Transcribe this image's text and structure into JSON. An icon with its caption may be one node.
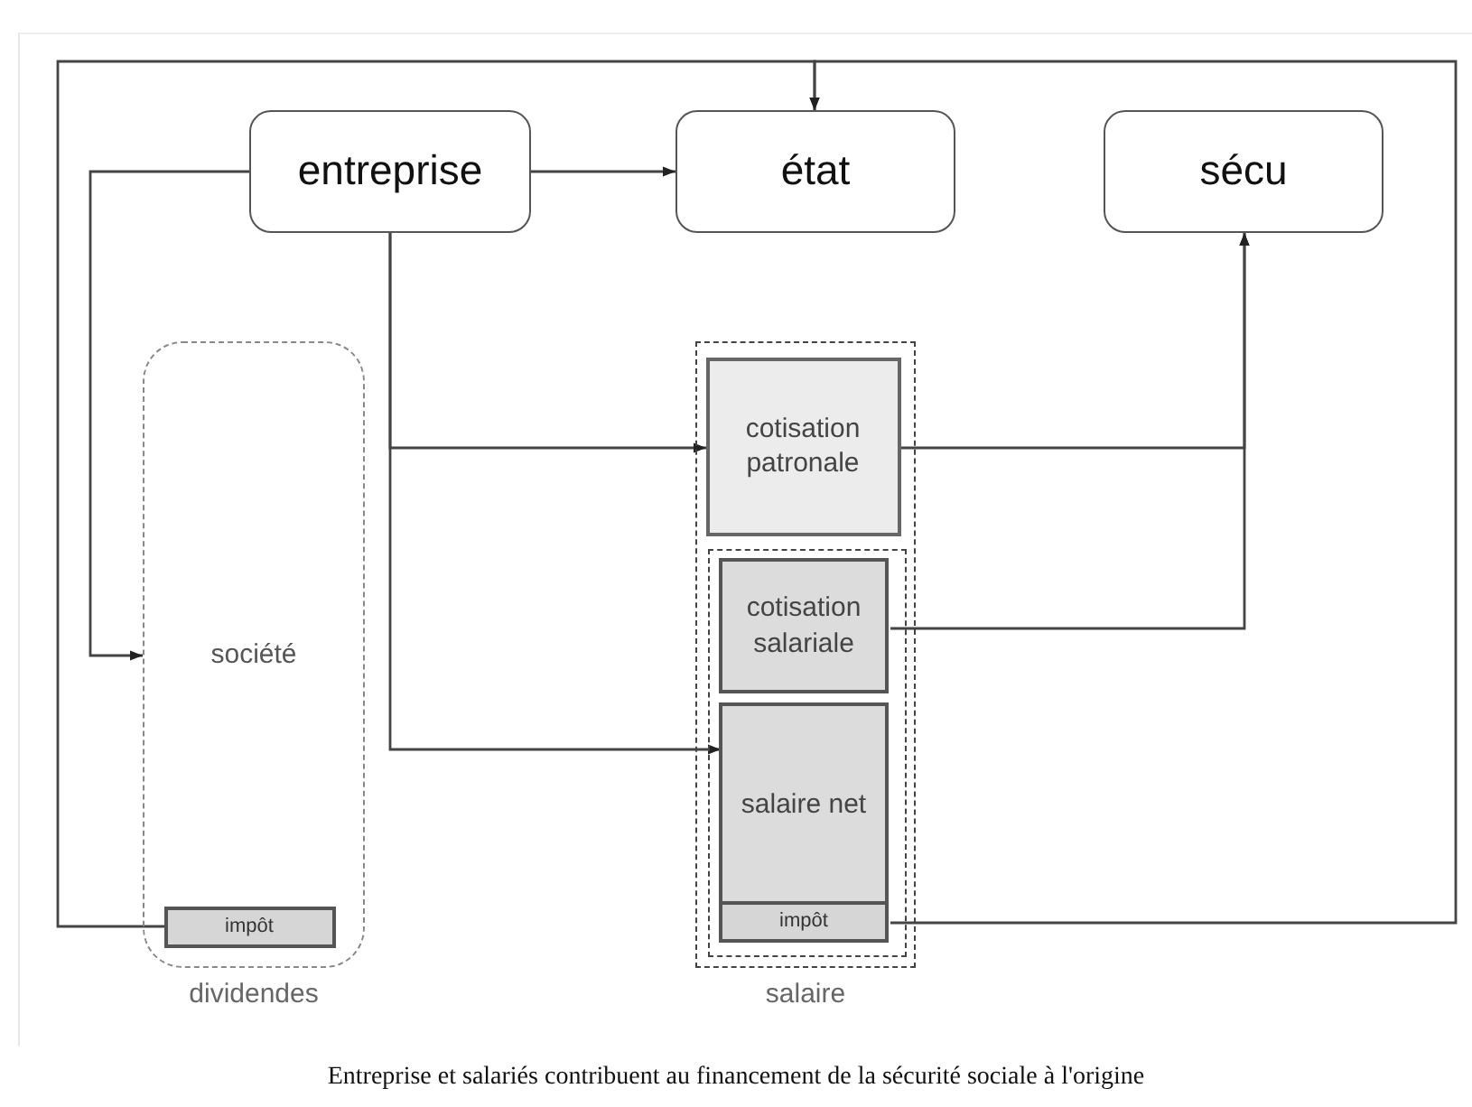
{
  "diagram": {
    "caption": "Entreprise et salariés contribuent au financement de la sécurité sociale à l'origine",
    "nodes": [
      {
        "text": [
          "entreprise"
        ]
      },
      {
        "text": [
          "état"
        ]
      },
      {
        "text": [
          "sécu"
        ]
      },
      {
        "text": [
          "société"
        ],
        "beside": [
          "dividendes"
        ]
      },
      {
        "text": [
          "impôt"
        ],
        "in": 3
      },
      {
        "text": [],
        "shape": "box",
        "beside": [
          "salaire"
        ]
      },
      {
        "text": [
          "cotisation patronale"
        ],
        "in": 5
      },
      {
        "text": [],
        "shape": "box",
        "in": 5
      },
      {
        "text": [
          "cotisation salariale"
        ],
        "in": 7
      },
      {
        "text": [
          "salaire net"
        ],
        "in": 7
      },
      {
        "text": [
          "impôt"
        ],
        "in": 7
      }
    ],
    "edges": [
      {
        "from": 0,
        "to": 1,
        "arrow": "to"
      },
      {
        "from": 0,
        "to": 3,
        "arrow": "to"
      },
      {
        "from": 0,
        "to": 6,
        "arrow": "to"
      },
      {
        "from": 0,
        "to": 9,
        "arrow": "to"
      },
      {
        "from": 6,
        "to": 2,
        "arrow": "to"
      },
      {
        "from": 8,
        "to": 2,
        "arrow": "to"
      },
      {
        "from": 4,
        "to": 1,
        "arrow": "to"
      },
      {
        "from": 10,
        "to": 1,
        "arrow": "to"
      }
    ]
  }
}
